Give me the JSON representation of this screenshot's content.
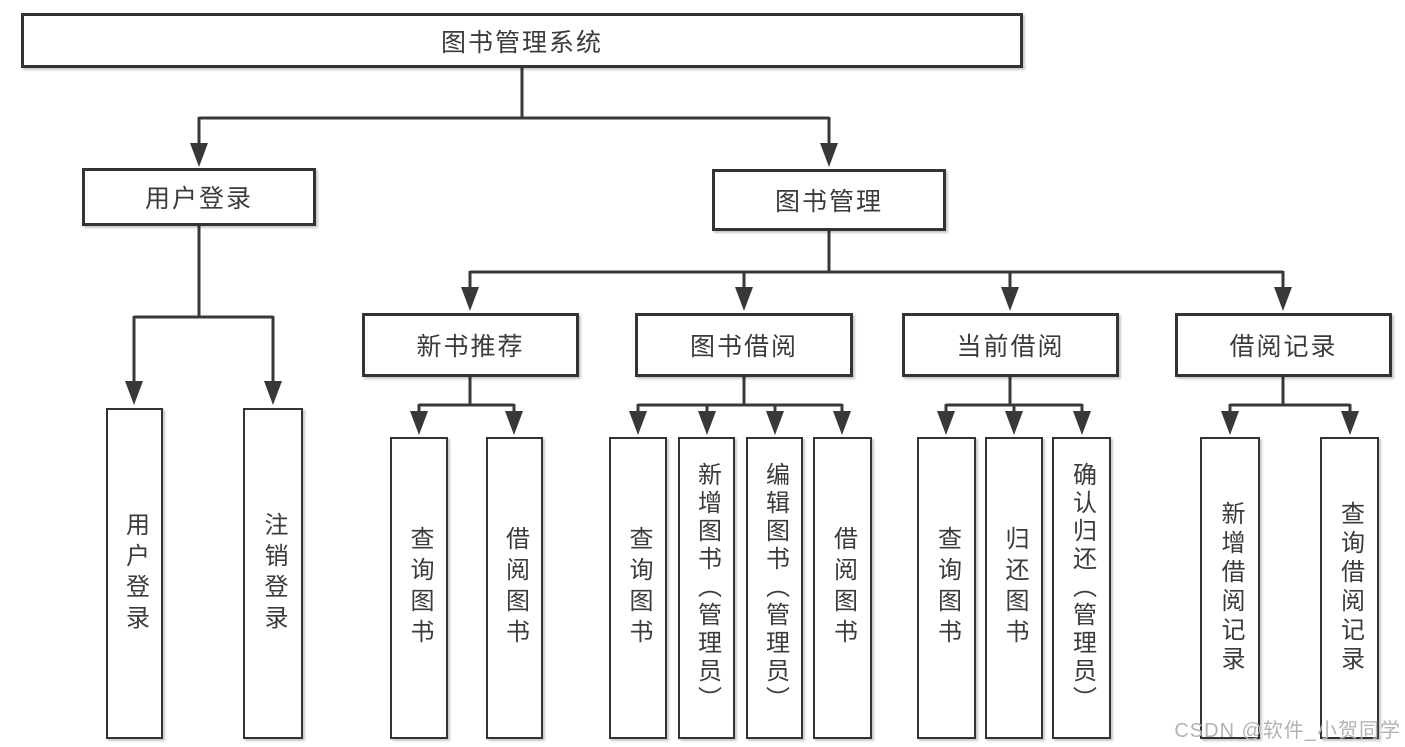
{
  "diagram": {
    "type": "hierarchy-tree",
    "root": {
      "label": "图书管理系统"
    },
    "branches": [
      {
        "label": "用户登录",
        "children": [
          {
            "label": "用户登录"
          },
          {
            "label": "注销登录"
          }
        ]
      },
      {
        "label": "图书管理",
        "children": [
          {
            "label": "新书推荐",
            "children": [
              {
                "label": "查询图书"
              },
              {
                "label": "借阅图书"
              }
            ]
          },
          {
            "label": "图书借阅",
            "children": [
              {
                "label": "查询图书"
              },
              {
                "label": "新增图书（管理员）"
              },
              {
                "label": "编辑图书（管理员）"
              },
              {
                "label": "借阅图书"
              }
            ]
          },
          {
            "label": "当前借阅",
            "children": [
              {
                "label": "查询图书"
              },
              {
                "label": "归还图书"
              },
              {
                "label": "确认归还（管理员）"
              }
            ]
          },
          {
            "label": "借阅记录",
            "children": [
              {
                "label": "新增借阅记录"
              },
              {
                "label": "查询借阅记录"
              }
            ]
          }
        ]
      }
    ],
    "watermark": "CSDN @软件_小贺同学",
    "colors": {
      "line": "#383838",
      "box_border": "#333333",
      "text": "#3b3b3b",
      "watermark": "#b3b3b3",
      "background": "#ffffff"
    }
  }
}
